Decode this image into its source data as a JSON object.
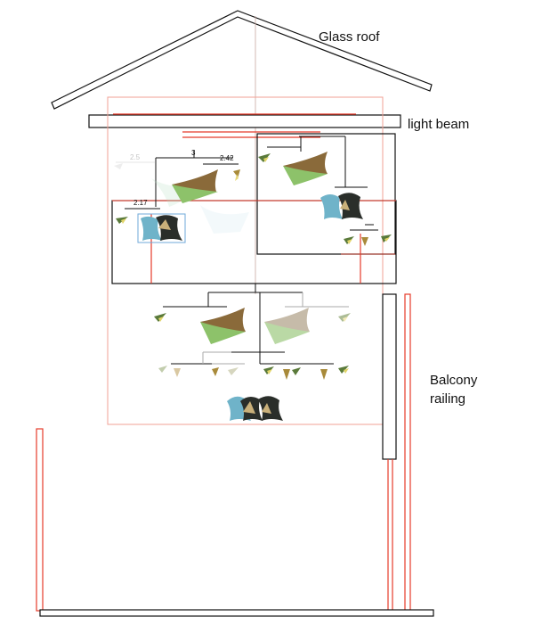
{
  "labels": {
    "glass_roof": "Glass roof",
    "light_beam": "light beam",
    "balcony_line1": "Balcony",
    "balcony_line2": "railing"
  },
  "dimensions": {
    "d1": "3",
    "d2": "2.42",
    "d3": "2.17",
    "d4": "2.5"
  },
  "colors": {
    "structure": "#111111",
    "guide": "#e53b2a",
    "guide_light": "#f2a094",
    "sail_green": "#8dc26a",
    "sail_brown": "#8a6a3a",
    "sail_teal": "#6fb3c9",
    "sail_dark": "#2a2e2a",
    "sail_beige": "#b9ab94"
  }
}
